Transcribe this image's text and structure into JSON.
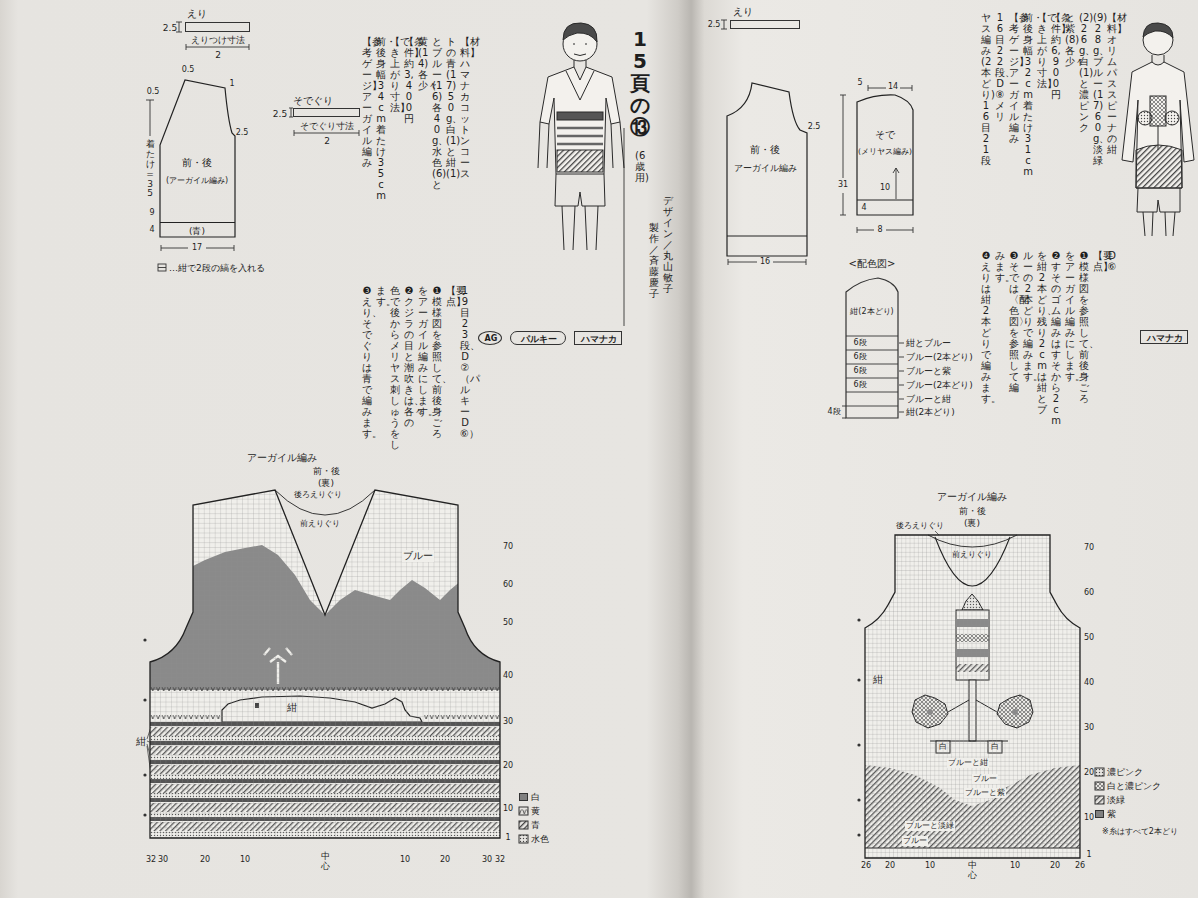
{
  "diagram": {
    "nodes": [
      {
        "text": [
          "えり"
        ]
      },
      {
        "text": [
          "前・後",
          "(アーガイル編み)"
        ]
      },
      {
        "text": [
          "(青)"
        ],
        "in": 1
      },
      {
        "text": [
          "そでぐり"
        ]
      },
      {
        "text": [
          "アーガイル編み",
          "前・後",
          "(裏)"
        ]
      },
      {
        "text": [
          "AG"
        ]
      },
      {
        "text": [
          "パルキー"
        ]
      },
      {
        "text": [
          "ハマナカ"
        ]
      },
      {
        "text": [
          "えり"
        ]
      },
      {
        "text": [
          "前・後",
          "アーガイル編み"
        ]
      },
      {
        "text": [
          "そで",
          "(メリヤス編み)"
        ]
      },
      {
        "text": [
          "アーガイル編み",
          "前・後",
          "(裏)"
        ]
      },
      {
        "text": [
          "ハマナカ"
        ]
      }
    ],
    "labels": [
      "15頁の⑬",
      "(6歳用)",
      "デザイン／丸山敏子",
      "製作／斉藤慶子",
      "【材料】ハマナカコットンコース",
      "トの青(17)50g、白(1)と紺(1)",
      "とブルー(16)各40g、水色(6)と",
      "黄(14)各少々",
      "【条件】約3,400円",
      "【でき上がり寸法】",
      "前・後身幅34cm 着たけ35cm",
      "【参考ゲージ】アーガイル編み",
      "19目23段、D②（パルキー D⑥）",
      "【要点】",
      "❶模様図を参照して、前後身ごろ",
      "をアーガイル編みにします。",
      "❷クジラの目と潮吹きは、各々の",
      "色で後からメリヤス刺しゅうをし",
      "ます。",
      "❸えり、そでぐりは青で編みます。",
      "2.5",
      "えりつけ寸法",
      "2",
      "0.5",
      "1",
      "0.5",
      "着たけ=35",
      "2.5",
      "9",
      "4",
      "17",
      "2.5",
      "そでぐり寸法",
      "2",
      "…紺で2段の縞を入れる",
      "後ろえりぐり",
      "前えりぐり",
      "ブルー",
      "紺",
      "紺",
      "70",
      "60",
      "50",
      "40",
      "30",
      "20",
      "10",
      "1",
      "32",
      "30",
      "20",
      "10",
      "中心",
      "10",
      "20",
      "30",
      "32",
      "2.5",
      "2.5",
      "5",
      "14",
      "31",
      "10",
      "4",
      "8",
      "16",
      "<配色図>",
      "紺(2本どり)",
      "6段",
      "紺とブルー",
      "6段",
      "ブルー(2本どり)",
      "6段",
      "ブルーと紫",
      "6段",
      "ブルー(2本どり)",
      "ブルーと紺",
      "4段",
      "紺(2本どり)",
      "後ろえりぐり",
      "前えりぐり",
      "紺",
      "白",
      "白",
      "ブルーと紺",
      "ブルー",
      "ブルーと紫",
      "ブルーと淡緑",
      "ブルー",
      "70",
      "60",
      "50",
      "40",
      "30",
      "20",
      "10",
      "1",
      "26",
      "20",
      "10",
      "中心",
      "10",
      "20",
      "26",
      "※糸はすべて2本どり",
      "【材料】オリムパススピーナの紺",
      "(9)28g、ブルー(17)60g、淡緑",
      "(2)26g、白(1)と濃ピンク",
      "と紫(8)各少々",
      "【条件】約6,900円",
      "【でき上がり寸法】",
      "前・後身幅32cm 着たけ31cm",
      "【参考ゲージ】アーガイル編み",
      "16目22段、D⑧ メリ",
      "ヤス編み(2本どり) 16目21段",
      "D⑥",
      "【要点】",
      "❶模様図を参照して、前後身ごろ",
      "をアーガイル編みにします。",
      "❷すそのゴム編みはすそから2cm",
      "を紺2本どり、残り2cmは紺とブ",
      "ルーの2本どりで編みます。",
      "❸そでは〈配色図〉を参照して編",
      "みます。",
      "❹えりは紺2本どりで編みます。"
    ],
    "legend": [
      {
        "text": "白",
        "color": "#808080"
      },
      {
        "text": "黄"
      },
      {
        "text": "青"
      },
      {
        "text": "水色"
      },
      {
        "text": "濃ピンク"
      },
      {
        "text": "白と濃ピンク"
      },
      {
        "text": "淡緑"
      },
      {
        "text": "紫",
        "color": "#808080"
      }
    ]
  }
}
